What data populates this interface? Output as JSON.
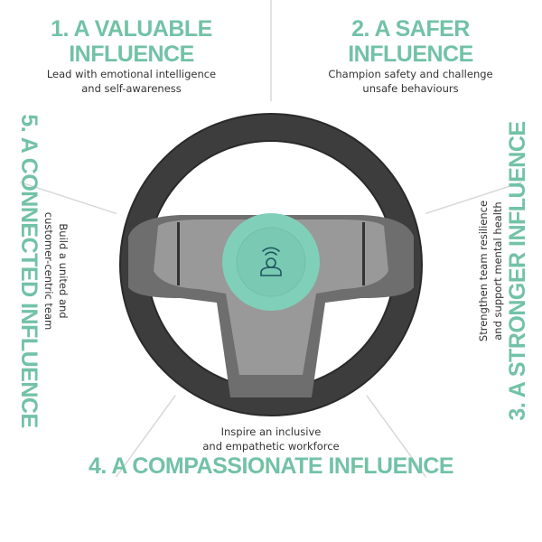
{
  "colors": {
    "accent": "#72c2a6",
    "wheel": "#3a3a3a",
    "hub": "#8c8c8c",
    "center": "#80cfb8",
    "icon": "#1e5563",
    "divider": "#d9d9d9"
  },
  "center_icon": "person-signal-icon",
  "sections": [
    {
      "title": "1. A VALUABLE INFLUENCE",
      "lines": [
        "Lead with emotional intelligence",
        "and self-awareness"
      ]
    },
    {
      "title": "2. A SAFER INFLUENCE",
      "lines": [
        "Champion safety and challenge",
        "unsafe behaviours"
      ]
    },
    {
      "title": "3. A STRONGER INFLUENCE",
      "lines": [
        "Strengthen team resilience",
        "and support mental health"
      ]
    },
    {
      "title": "4. A COMPASSIONATE INFLUENCE",
      "lines": [
        "Inspire an inclusive",
        "and empathetic workforce"
      ]
    },
    {
      "title": "5. A CONNECTED INFLUENCE",
      "lines": [
        "Build a united and",
        "customer-centric team"
      ]
    }
  ]
}
